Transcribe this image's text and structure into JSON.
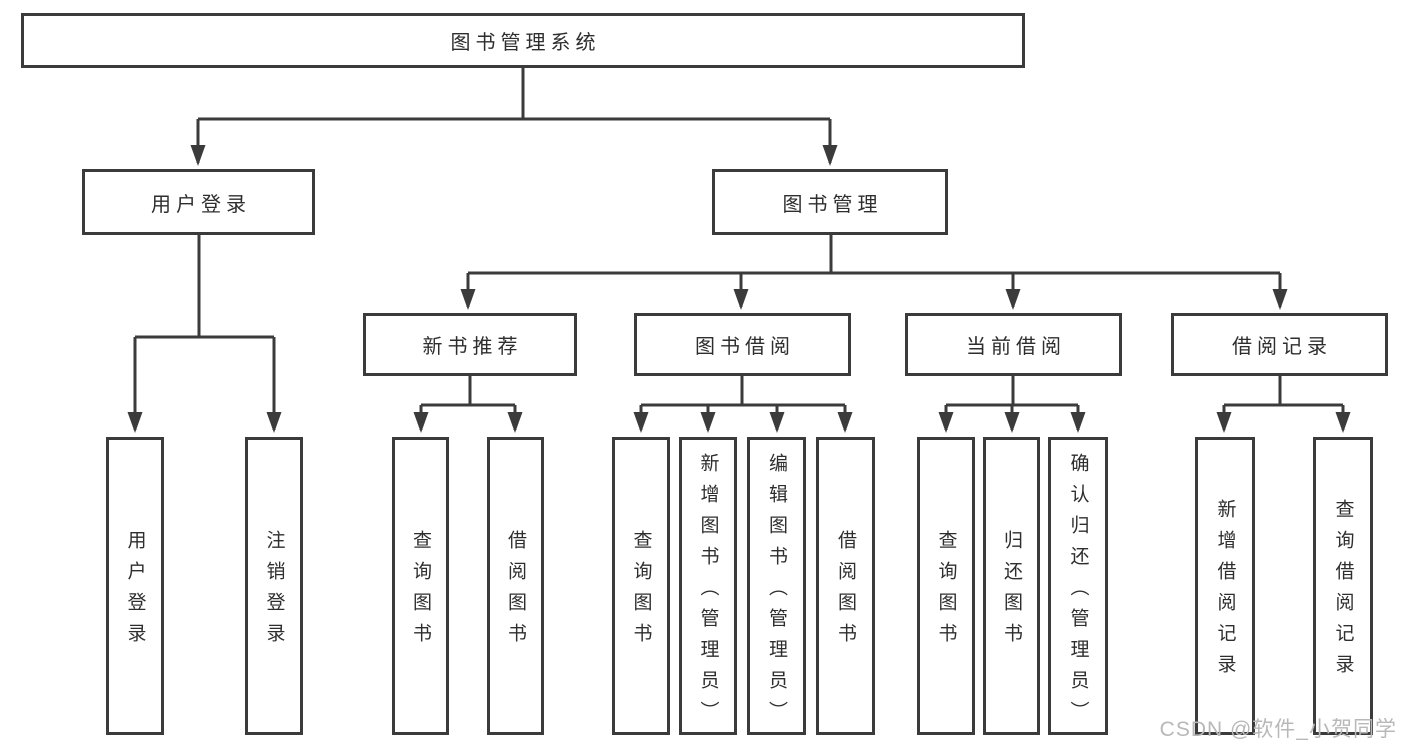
{
  "diagram_title": "图书管理系统",
  "watermark": "CSDN @软件_小贺同学",
  "colors": {
    "background": "#ffffff",
    "box_border": "#3b3b3b",
    "line": "#3b3b3b",
    "text": "#2e2e2e",
    "watermark": "#b8b8b8"
  },
  "tree": {
    "label": "图书管理系统",
    "children": [
      {
        "label": "用户登录",
        "children": [
          {
            "label": "用户登录"
          },
          {
            "label": "注销登录"
          }
        ]
      },
      {
        "label": "图书管理",
        "children": [
          {
            "label": "新书推荐",
            "children": [
              {
                "label": "查询图书"
              },
              {
                "label": "借阅图书"
              }
            ]
          },
          {
            "label": "图书借阅",
            "children": [
              {
                "label": "查询图书"
              },
              {
                "label": "新增图书（管理员）"
              },
              {
                "label": "编辑图书（管理员）"
              },
              {
                "label": "借阅图书"
              }
            ]
          },
          {
            "label": "当前借阅",
            "children": [
              {
                "label": "查询图书"
              },
              {
                "label": "归还图书"
              },
              {
                "label": "确认归还（管理员）"
              }
            ]
          },
          {
            "label": "借阅记录",
            "children": [
              {
                "label": "新增借阅记录"
              },
              {
                "label": "查询借阅记录"
              }
            ]
          }
        ]
      }
    ]
  }
}
